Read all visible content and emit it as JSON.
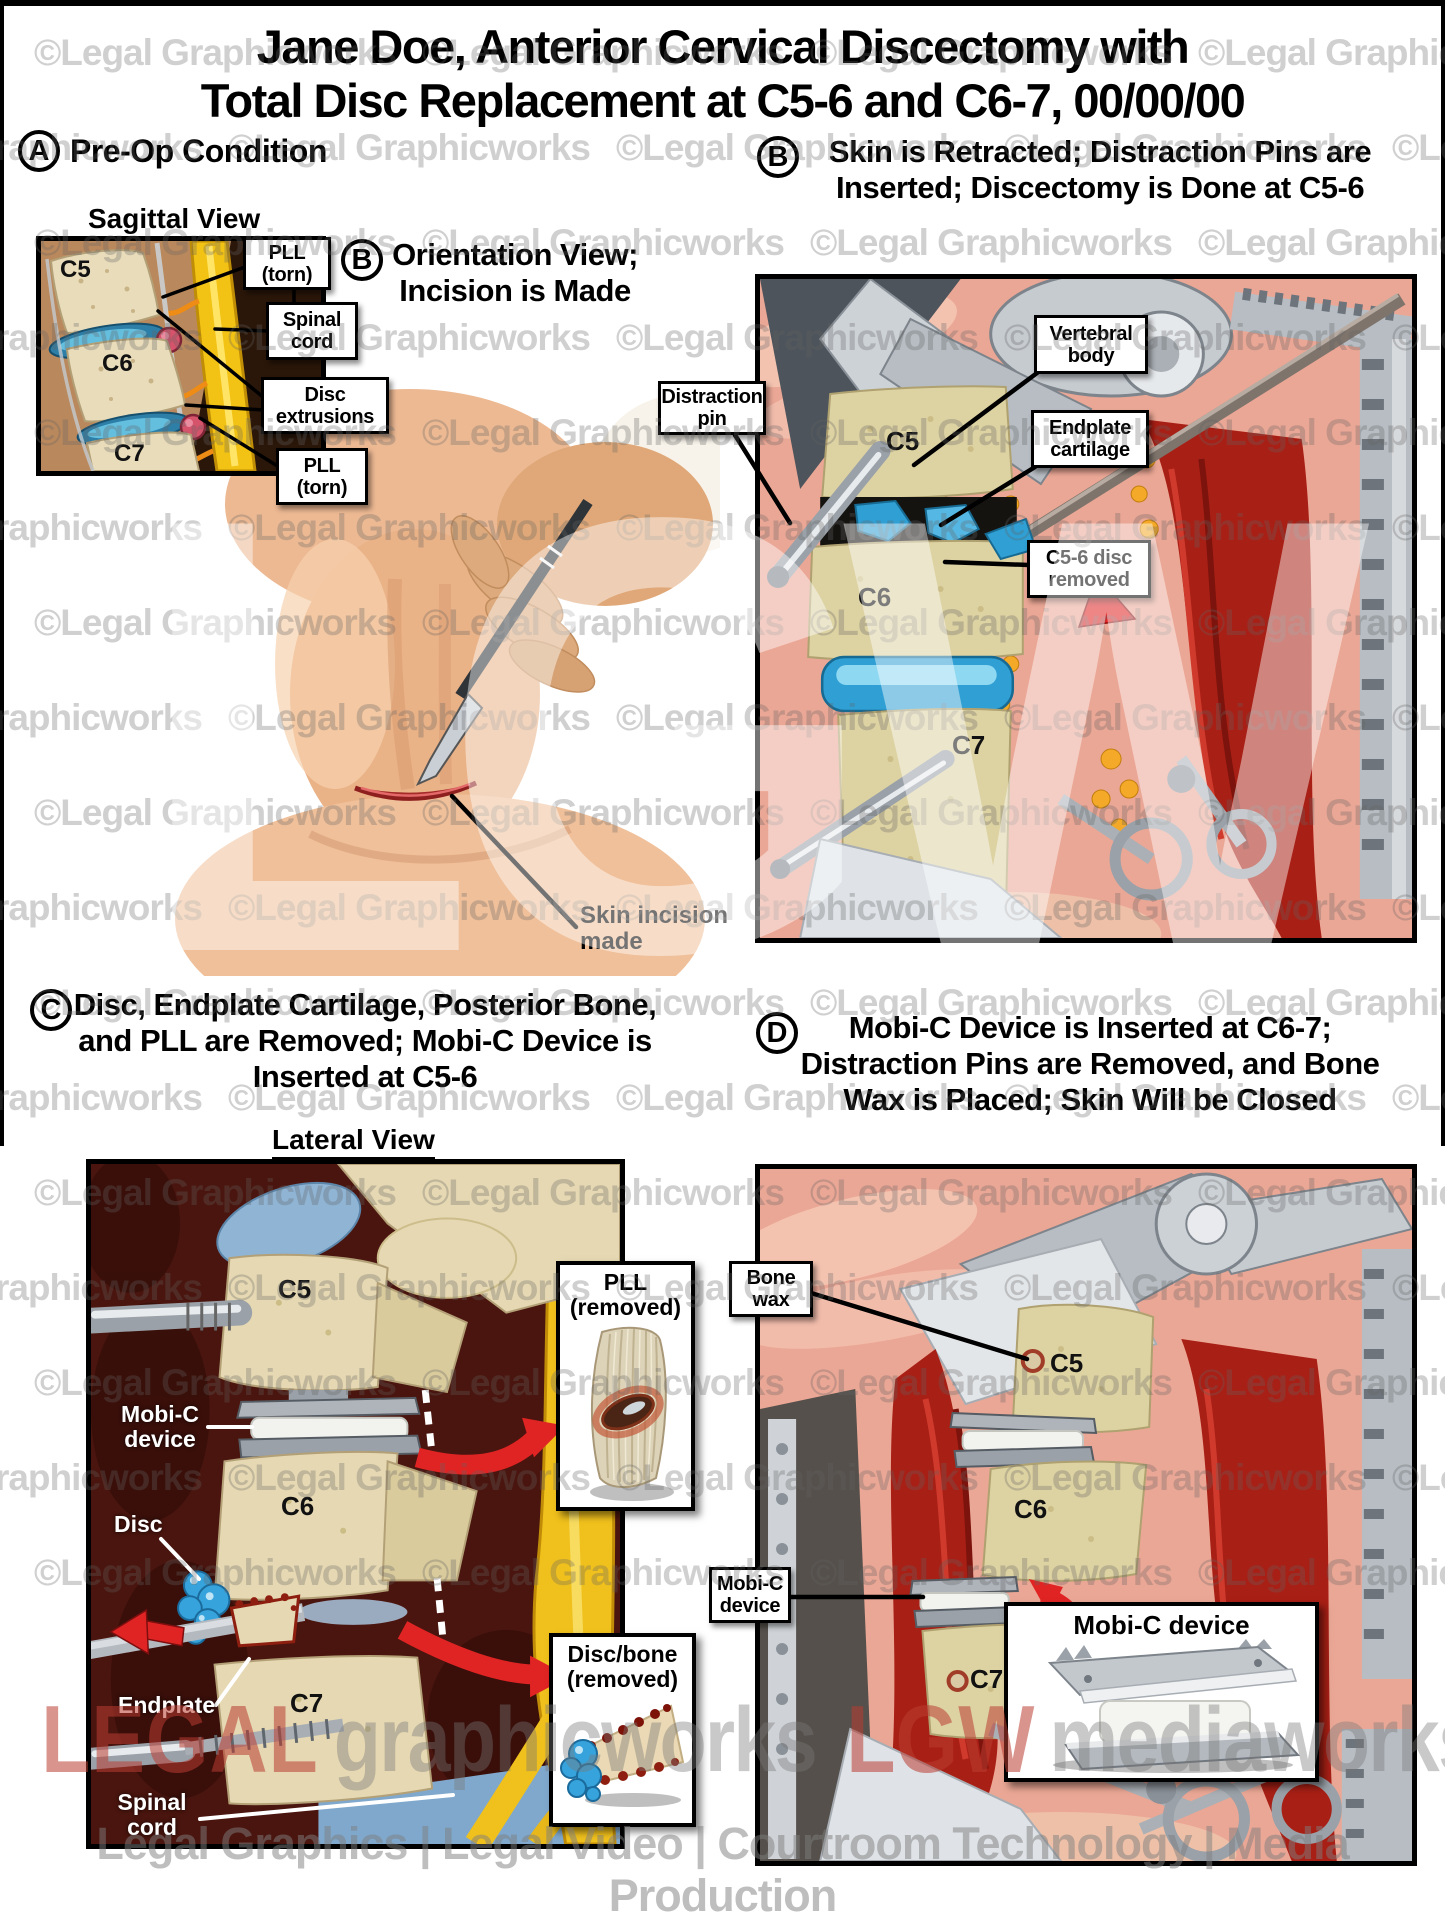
{
  "page": {
    "title": "Jane Doe, Anterior Cervical Discectomy with\nTotal Disc Replacement at C5-6 and C6-7, 00/00/00",
    "watermark_tile": "©Legal Graphicworks",
    "watermark_big": "LGW",
    "watermark_brand": {
      "legal": "LEGAL",
      "graphicworks": "graphicworks",
      "lgw": "LGW",
      "mediaworks": "mediaworks",
      "magnifier_icon": "magnifying-glass",
      "play_icon": "play-button-circle"
    },
    "footer": "Legal Graphics | Legal Video | Courtroom Technology | Media Production"
  },
  "colors": {
    "watermark_gray": "#7a7a7a",
    "watermark_red": "#bc3e34",
    "label_box_border": "#000000",
    "disc_blue": "#37a3dc",
    "bone": "#e5d8b2",
    "muscle_red": "#a81f15",
    "spinal_cord_yellow": "#f0c01c",
    "arrow_red": "#e02424"
  },
  "panel_a": {
    "letter": "A",
    "heading": "Pre-Op Condition",
    "view_label": "Sagittal View",
    "c5": "C5",
    "c6": "C6",
    "c7": "C7",
    "label_pll_top": "PLL\n(torn)",
    "label_spinal_cord": "Spinal\ncord",
    "label_disc_extrusions": "Disc\nextrusions",
    "label_pll_bottom": "PLL\n(torn)"
  },
  "panel_b_orientation": {
    "letter": "B",
    "heading": "Orientation View;\nIncision is Made",
    "label_skin_incision": "Skin incision\nmade"
  },
  "panel_b": {
    "letter": "B",
    "heading": "Skin is Retracted; Distraction Pins are\nInserted; Discectomy is Done at C5-6",
    "c5": "C5",
    "c6": "C6",
    "c7": "C7",
    "label_distraction_pin": "Distraction\npin",
    "label_vertebral_body": "Vertebral\nbody",
    "label_endplate_cartilage": "Endplate\ncartilage",
    "label_disc_removed": "C5-6 disc\nremoved"
  },
  "panel_c": {
    "letter": "C",
    "heading": "Disc, Endplate Cartilage, Posterior Bone,\nand PLL are Removed; Mobi-C Device is\nInserted at C5-6",
    "view_label": "Lateral View",
    "c5": "C5",
    "c6": "C6",
    "c7": "C7",
    "label_mobic_device": "Mobi-C\ndevice",
    "label_disc": "Disc",
    "label_endplate": "Endplate",
    "label_spinal_cord": "Spinal\ncord",
    "inset_pll": "PLL\n(removed)",
    "inset_disc_bone": "Disc/bone\n(removed)"
  },
  "panel_d": {
    "letter": "D",
    "heading": "Mobi-C Device is Inserted at C6-7;\nDistraction Pins are Removed, and Bone\nWax is Placed; Skin Will be Closed",
    "c5": "C5",
    "c6": "C6",
    "c7": "C7",
    "label_bone_wax": "Bone\nwax",
    "label_mobic_device": "Mobi-C\ndevice",
    "inset_mobic_title": "Mobi-C device"
  }
}
